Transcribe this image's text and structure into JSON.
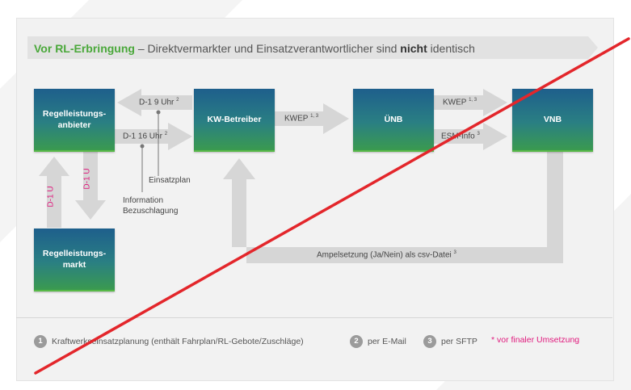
{
  "title": {
    "part1": "Vor RL-Erbringung",
    "part2": " – Direktvermarkter und Einsatzverantwortlicher sind ",
    "part3": "nicht",
    "part4": " identisch"
  },
  "boxes": {
    "anbieter": "Regelleistungs-\nanbieter",
    "kw": "KW-Betreiber",
    "uenb": "ÜNB",
    "vnb": "VNB",
    "markt": "Regelleistungs-\nmarkt"
  },
  "labels": {
    "d1_9": "D-1 9 Uhr",
    "d1_9_sup": "2",
    "d1_16": "D-1 16 Uhr",
    "d1_16_sup": "2",
    "kwep1": "KWEP",
    "kwep1_sup": "1, 3",
    "kwep2": "KWEP",
    "kwep2_sup": "1, 3",
    "esm": "ESM-Info",
    "esm_sup": "3",
    "einsatzplan": "Einsatzplan",
    "info1": "Information",
    "info2": "Bezuschlagung",
    "d1u_left": "D-1 U",
    "d1u_right": "D-1 U",
    "ampel": "Ampelsetzung (Ja/Nein) als csv-Datei",
    "ampel_sup": "3"
  },
  "legend": {
    "n1": "1",
    "t1": "Kraftwerkseinsatzplanung (enthält Fahrplan/RL-Gebote/Zuschläge)",
    "n2": "2",
    "t2": "per E-Mail",
    "n3": "3",
    "t3": "per SFTP",
    "note": "* vor finaler Umsetzung"
  },
  "colors": {
    "accent_green": "#4aa83a",
    "accent_pink": "#e0197d",
    "arrow_gray": "#d3d3d3",
    "cross_red": "#e3262b"
  }
}
